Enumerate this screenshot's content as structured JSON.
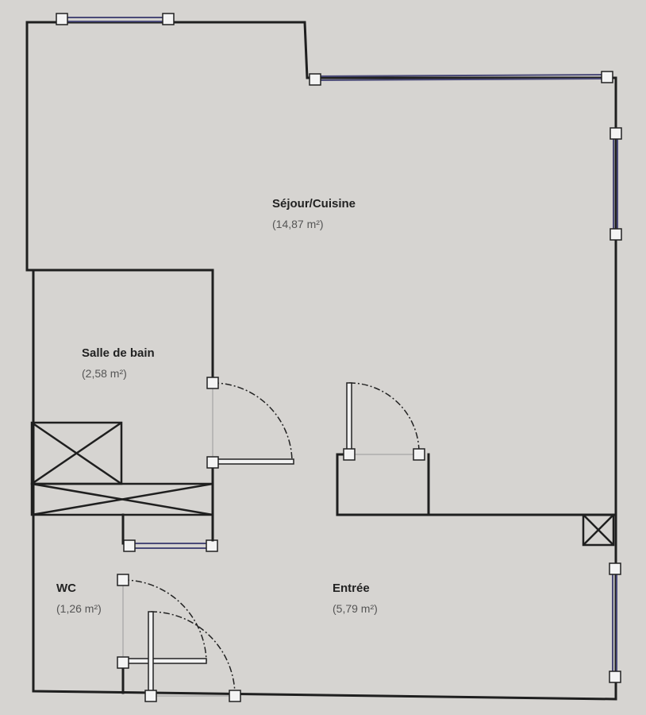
{
  "rooms": {
    "sejour": {
      "name": "Séjour/Cuisine",
      "area": "(14,87 m²)"
    },
    "salle_de_bain": {
      "name": "Salle de bain",
      "area": "(2,58 m²)"
    },
    "wc": {
      "name": "WC",
      "area": "(1,26 m²)"
    },
    "entree": {
      "name": "Entrée",
      "area": "(5,79 m²)"
    }
  },
  "colors": {
    "paper": "#d6d4d1",
    "wall": "#1f1f1f",
    "window_glass": "#4a4a78",
    "node_fill": "#f4f4f4"
  }
}
